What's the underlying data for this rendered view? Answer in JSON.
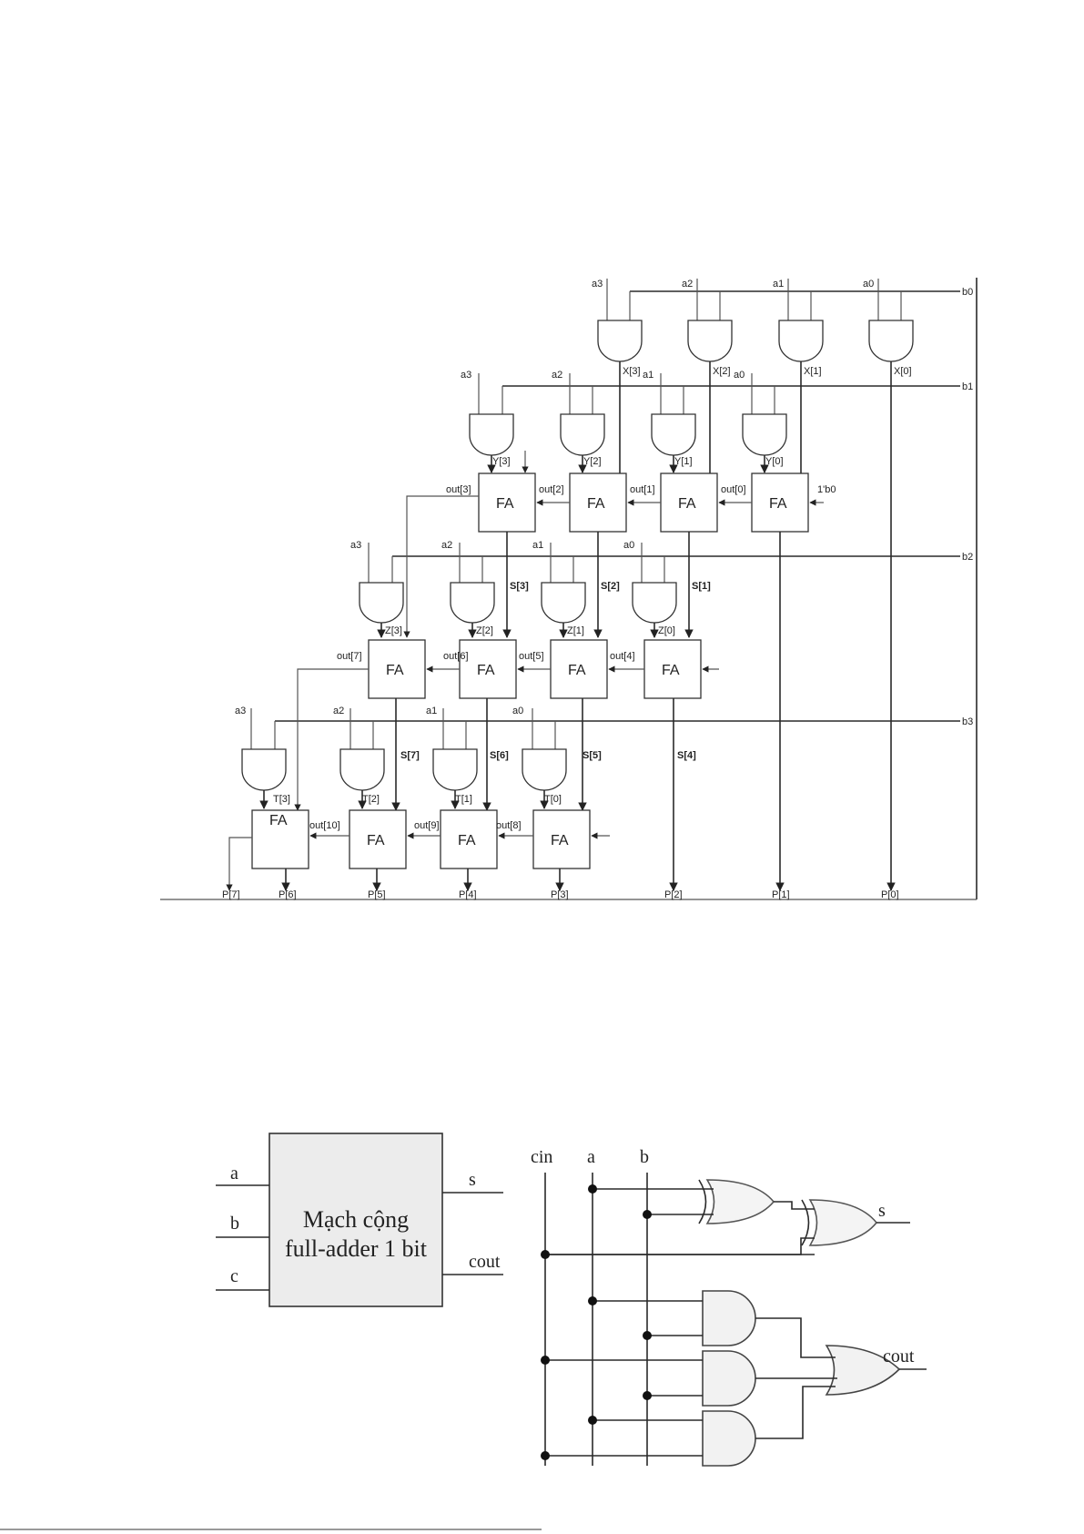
{
  "multiplier": {
    "a_labels": [
      "a3",
      "a2",
      "a1",
      "a0"
    ],
    "b_labels": [
      "b0",
      "b1",
      "b2",
      "b3"
    ],
    "x_labels": [
      "X[3]",
      "X[2]",
      "X[1]",
      "X[0]"
    ],
    "y_labels": [
      "Y[3]",
      "Y[2]",
      "Y[1]",
      "Y[0]"
    ],
    "z_labels": [
      "Z[3]",
      "Z[2]",
      "Z[1]",
      "Z[0]"
    ],
    "t_labels": [
      "T[3]",
      "T[2]",
      "T[1]",
      "T[0]"
    ],
    "fa_label": "FA",
    "out_row1": [
      "out[3]",
      "out[2]",
      "out[1]",
      "out[0]"
    ],
    "out_row2": [
      "out[7]",
      "out[6]",
      "out[5]",
      "out[4]"
    ],
    "out_row3": [
      "out[10]",
      "out[9]",
      "out[8]"
    ],
    "carry_in": "1'b0",
    "s_row1": [
      "S[3]",
      "S[2]",
      "S[1]"
    ],
    "s_row2": [
      "S[7]",
      "S[6]",
      "S[5]",
      "S[4]"
    ],
    "p_labels": [
      "P[7]",
      "P[6]",
      "P[5]",
      "P[4]",
      "P[3]",
      "P[2]",
      "P[1]",
      "P[0]"
    ]
  },
  "full_adder_block": {
    "title_line1": "Mạch cộng",
    "title_line2": "full-adder 1 bit",
    "inputs": [
      "a",
      "b",
      "c"
    ],
    "outputs": [
      "s",
      "cout"
    ]
  },
  "full_adder_gates": {
    "inputs": [
      "cin",
      "a",
      "b"
    ],
    "outputs": [
      "s",
      "cout"
    ]
  }
}
